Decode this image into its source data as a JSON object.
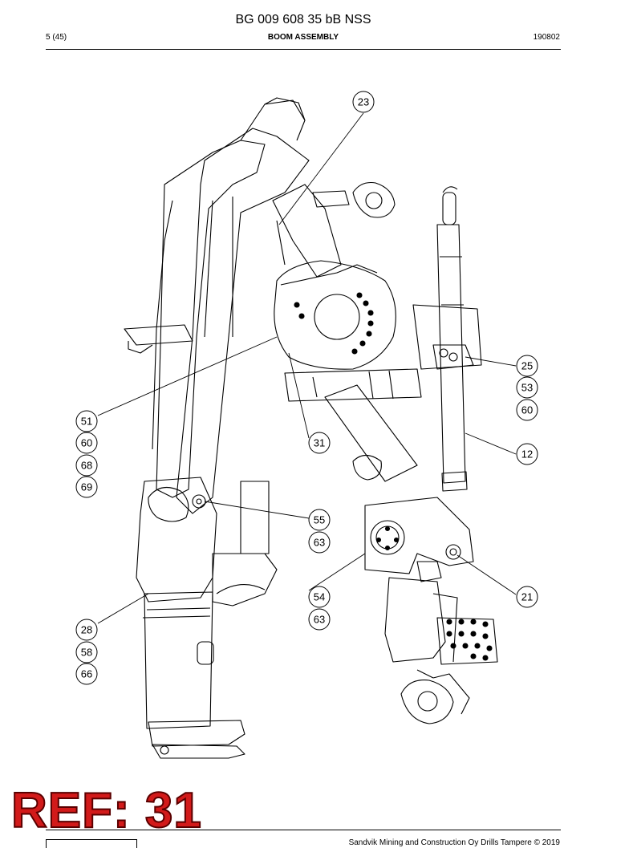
{
  "header": {
    "doc_number": "BG 009 608 35 bB NSS",
    "page": "5 (45)",
    "section": "BOOM ASSEMBLY",
    "date": "190802"
  },
  "callouts": [
    "23",
    "25",
    "53",
    "60",
    "12",
    "51",
    "60",
    "68",
    "69",
    "31",
    "55",
    "63",
    "54",
    "63",
    "21",
    "28",
    "58",
    "66"
  ],
  "stamp": {
    "text": "REF: 31",
    "color": "#d21a1a"
  },
  "footer": {
    "copyright": "Sandvik Mining and Construction Oy Drills Tampere © 2019"
  }
}
